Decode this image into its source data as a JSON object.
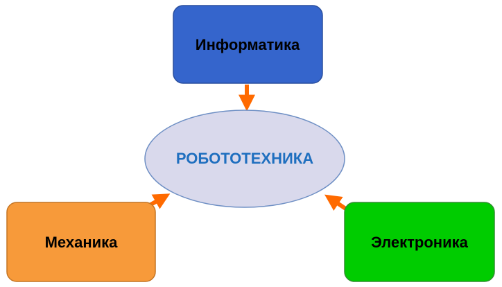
{
  "diagram": {
    "center": {
      "label": "РОБОТОТЕХНИКА",
      "fill": "#d9d9ec",
      "stroke": "#6e8fc4",
      "text_color": "#1f6fbf"
    },
    "nodes": [
      {
        "id": "informatics",
        "label": "Информатика",
        "fill": "#3565cc",
        "stroke": "#2a4f9e",
        "text_color": "#000000"
      },
      {
        "id": "mechanics",
        "label": "Механика",
        "fill": "#f79a3a",
        "stroke": "#c47422",
        "text_color": "#000000"
      },
      {
        "id": "electronics",
        "label": "Электроника",
        "fill": "#00cc00",
        "stroke": "#2f8f2f",
        "text_color": "#000000"
      }
    ],
    "arrow_color": "#ff6a00"
  }
}
